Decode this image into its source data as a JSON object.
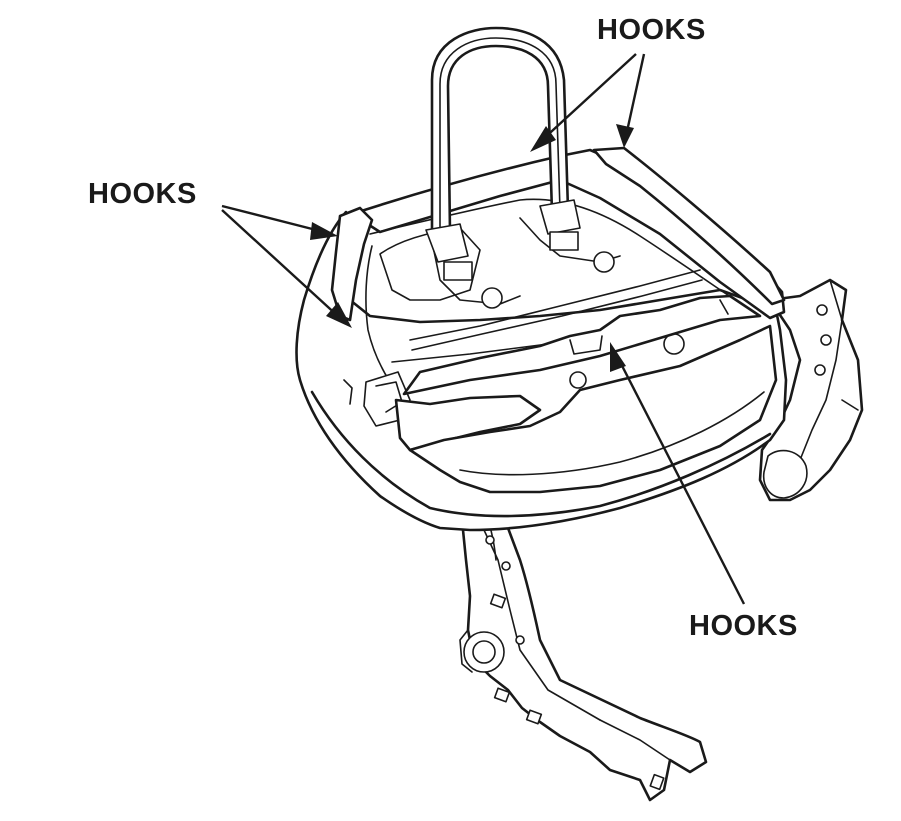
{
  "callouts": {
    "top_right": "HOOKS",
    "left": "HOOKS",
    "bottom_right": "HOOKS"
  },
  "colors": {
    "line": "#1a1a1a",
    "background": "#ffffff"
  }
}
